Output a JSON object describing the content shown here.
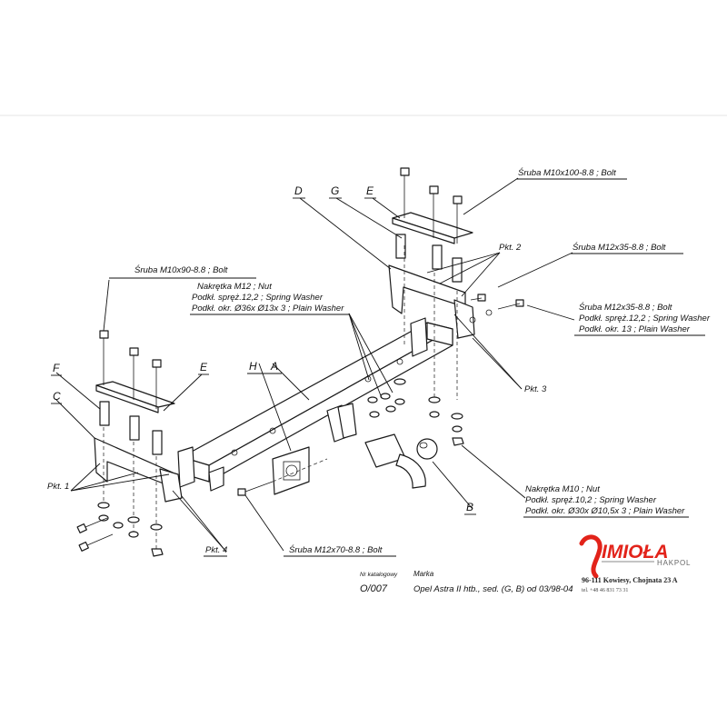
{
  "labels": {
    "A": "A",
    "B": "B",
    "C": "C",
    "D": "D",
    "E": "E",
    "F": "F",
    "G": "G",
    "H": "H"
  },
  "callouts": {
    "bolt_m10x100": "Śruba M10x100-8.8 ;  Bolt",
    "bolt_m12x35_top": "Śruba M12x35-8.8 ;  Bolt",
    "bolt_m12x35_right": "Śruba M12x35-8.8 ;  Bolt",
    "spring_washer_12": "Podkł. spręż.12,2 ; Spring Washer",
    "plain_washer_13": "Podkł. okr. 13 ; Plain Washer",
    "bolt_m10x90": "Śruba M10x90-8.8 ;  Bolt",
    "nut_m12": "Nakrętka  M12 ; Nut",
    "spring_washer_12_left": "Podkł. spręż.12,2 ; Spring Washer",
    "plain_washer_36": "Podkł. okr.  Ø36x Ø13x 3 ; Plain Washer",
    "nut_m10": "Nakrętka  M10 ; Nut",
    "spring_washer_10": "Podkł. spręż.10,2 ; Spring Washer",
    "plain_washer_30": "Podkł. okr.  Ø30x Ø10,5x 3 ; Plain Washer",
    "bolt_m12x70": "Śruba M12x70-8.8 ;  Bolt",
    "pkt1": "Pkt. 1",
    "pkt2": "Pkt. 2",
    "pkt3": "Pkt. 3",
    "pkt4": "Pkt. 4"
  },
  "footer": {
    "catalog_label": "Nr katalogowy",
    "catalog_number": "O/007",
    "brand_label": "Marka",
    "model": "Opel Astra II htb., sed. (G, B)   od  03/98-04"
  },
  "logo": {
    "name": "IMIOŁA",
    "sub": "HAKPOL",
    "address": "96-111 Kowiesy, Chojnata 23 A",
    "phone": "tel. +48 46 831 73 31",
    "color": "#e2231a"
  }
}
